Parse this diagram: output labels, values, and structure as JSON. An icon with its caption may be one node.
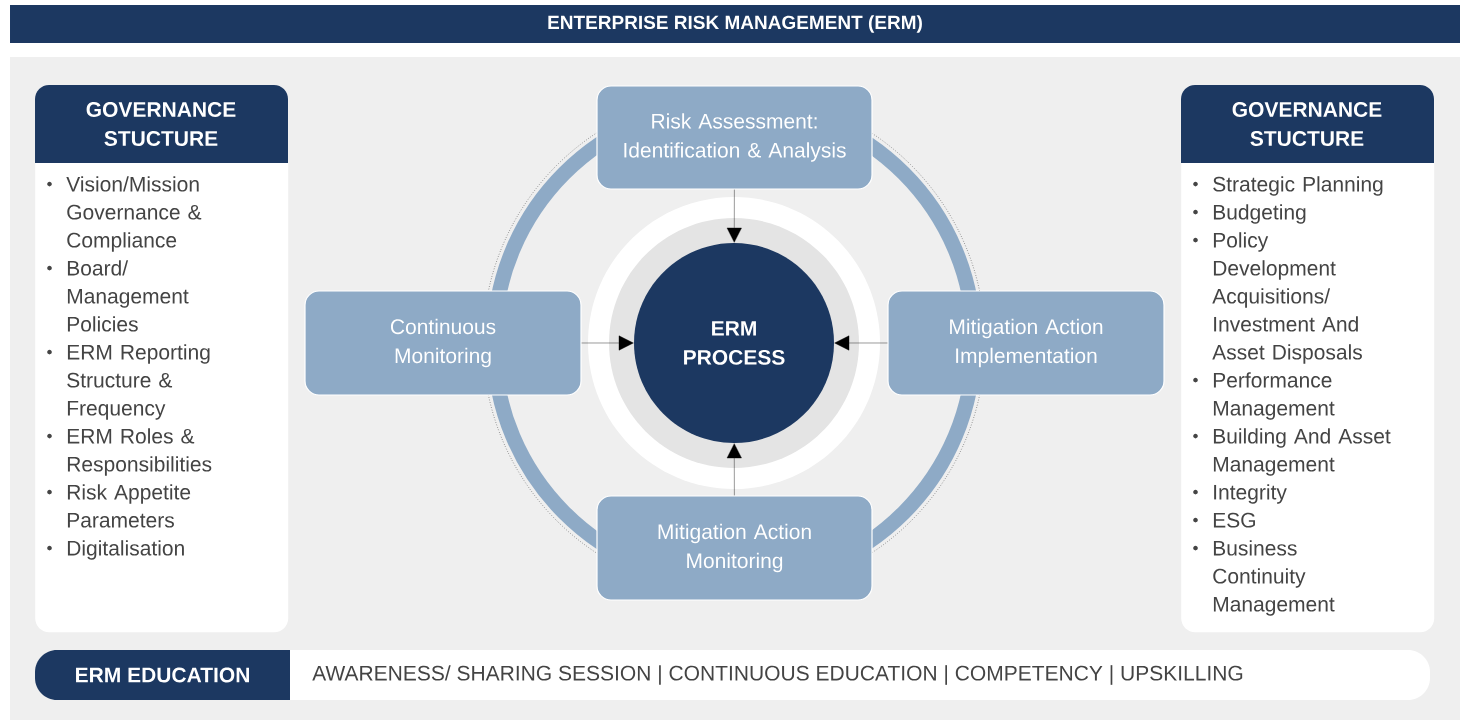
{
  "diagram": {
    "title": "ENTERPRISE RISK MANAGEMENT (ERM)",
    "nodes": [
      {
        "text": [
          "GOVERNANCE STUCTURE",
          "Vision/Mission Governance & Compliance",
          "Board/ Management Policies",
          "ERM Reporting Structure & Frequency",
          "ERM Roles & Responsibilities",
          "Risk Appetite Parameters",
          "Digitalisation"
        ]
      },
      {
        "text": [
          "Risk Assessment: Identification & Analysis"
        ]
      },
      {
        "text": [
          "Continuous Monitoring"
        ]
      },
      {
        "text": [
          "ERM PROCESS"
        ]
      },
      {
        "text": [
          "Mitigation Action Implementation"
        ]
      },
      {
        "text": [
          "Mitigation Action Monitoring"
        ]
      },
      {
        "text": [
          "GOVERNANCE STUCTURE",
          "Strategic Planning",
          "Budgeting",
          "Policy Development Acquisitions/ Investment And Asset Disposals",
          "Performance Management",
          "Building And Asset Management",
          "Integrity",
          "ESG",
          "Business Continuity Management"
        ]
      },
      {
        "text": [
          "ERM EDUCATION"
        ]
      },
      {
        "text": [
          "AWARENESS/ SHARING SESSION | CONTINUOUS EDUCATION | COMPETENCY | UPSKILLING"
        ]
      }
    ],
    "edges": [
      {
        "from": 1,
        "to": 3,
        "arrow": "to"
      },
      {
        "from": 2,
        "to": 3,
        "arrow": "to"
      },
      {
        "from": 4,
        "to": 3,
        "arrow": "to"
      },
      {
        "from": 5,
        "to": 3,
        "arrow": "to"
      }
    ]
  }
}
